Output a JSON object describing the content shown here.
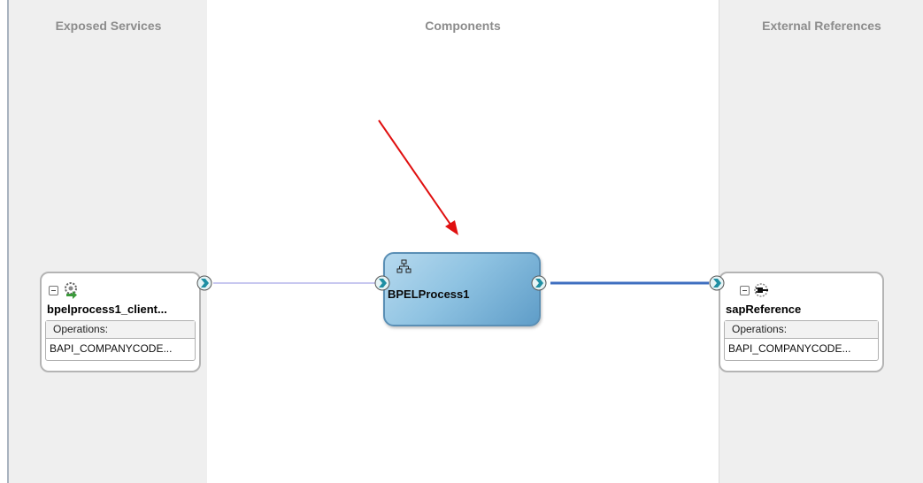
{
  "lanes": {
    "exposed_services": "Exposed Services",
    "components": "Components",
    "external_references": "External References"
  },
  "service": {
    "name": "bpelprocess1_client...",
    "operations_label": "Operations:",
    "operation": "BAPI_COMPANYCODE..."
  },
  "component": {
    "name": "BPELProcess1"
  },
  "reference": {
    "name": "sapReference",
    "operations_label": "Operations:",
    "operation": "BAPI_COMPANYCODE..."
  },
  "colors": {
    "lane_bg": "#efefef",
    "component_fill": "#8fc3e2",
    "wire_light": "#c8c8f0",
    "wire_dark": "#3f6fc0",
    "annotation_arrow": "#e01010",
    "chevron": "#1f8fa3"
  },
  "icons": [
    "gear-exchange-icon",
    "bpel-process-icon",
    "sap-adapter-icon",
    "chevron-right-icon",
    "collapse-icon"
  ]
}
